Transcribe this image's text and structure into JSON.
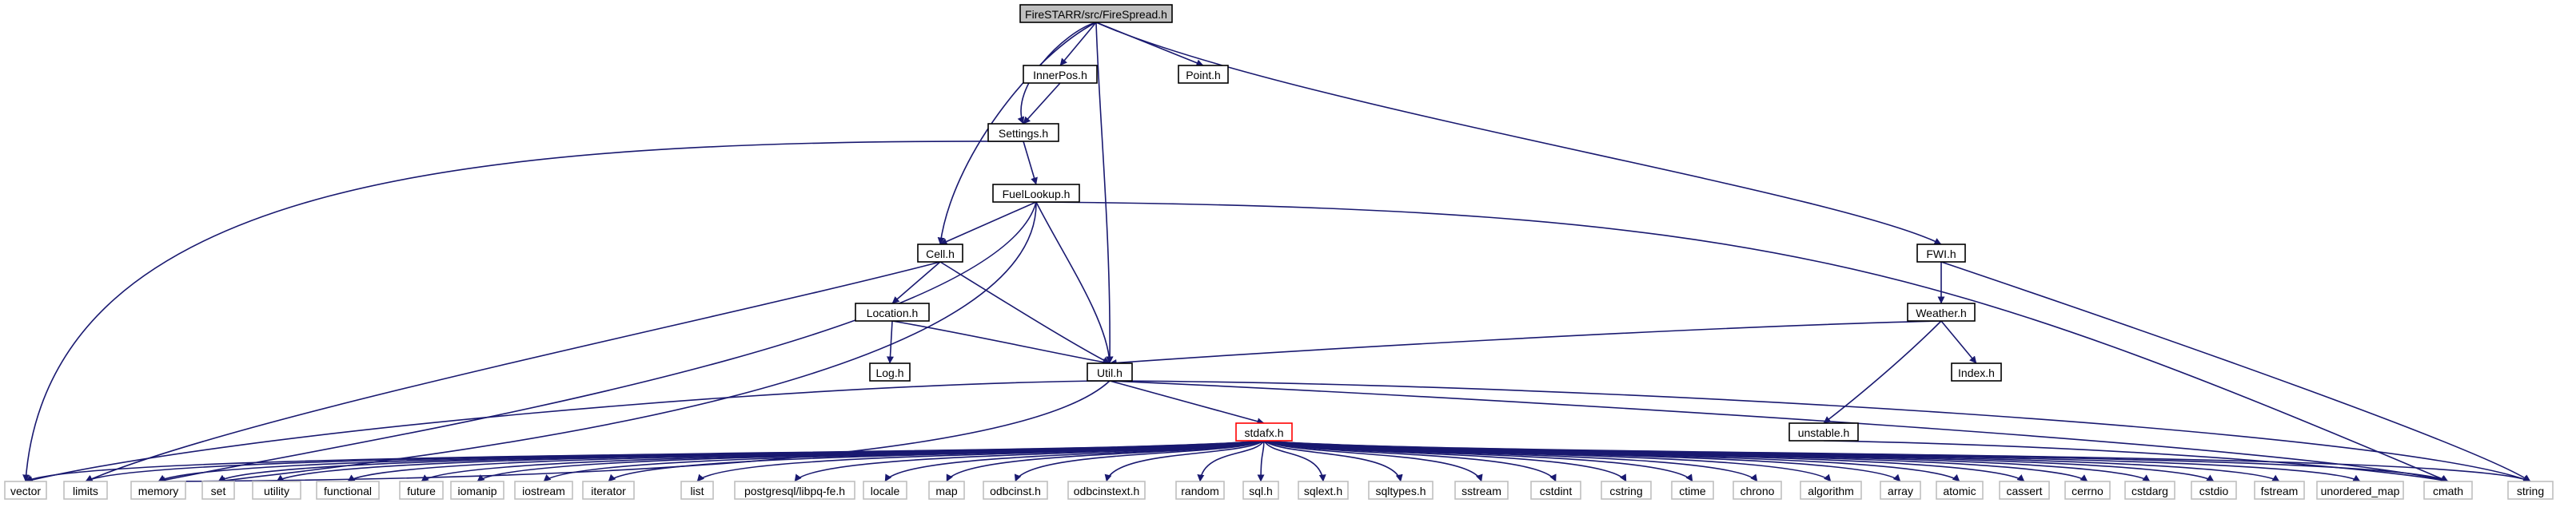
{
  "graph": {
    "nodes": {
      "root": "FireSTARR/src/FireSpread.h",
      "innerpos": "InnerPos.h",
      "point": "Point.h",
      "settings": "Settings.h",
      "fuellookup": "FuelLookup.h",
      "cell": "Cell.h",
      "location": "Location.h",
      "log": "Log.h",
      "util": "Util.h",
      "fwi": "FWI.h",
      "weather": "Weather.h",
      "index": "Index.h",
      "unstable": "unstable.h",
      "stdafx": "stdafx.h",
      "vector": "vector",
      "limits": "limits",
      "memory": "memory",
      "set": "set",
      "utility": "utility",
      "functional": "functional",
      "future": "future",
      "iomanip": "iomanip",
      "iostream": "iostream",
      "iterator": "iterator",
      "list": "list",
      "libpq": "postgresql/libpq-fe.h",
      "locale": "locale",
      "map": "map",
      "odbcinst": "odbcinst.h",
      "odbcinstext": "odbcinstext.h",
      "random": "random",
      "sql": "sql.h",
      "sqlext": "sqlext.h",
      "sqltypes": "sqltypes.h",
      "sstream": "sstream",
      "cstdint": "cstdint",
      "cstring": "cstring",
      "ctime": "ctime",
      "chrono": "chrono",
      "algorithm": "algorithm",
      "array": "array",
      "atomic": "atomic",
      "cassert": "cassert",
      "cerrno": "cerrno",
      "cstdarg": "cstdarg",
      "cstdio": "cstdio",
      "fstream": "fstream",
      "unordered_map": "unordered_map",
      "cmath": "cmath",
      "string": "string"
    },
    "colors": {
      "edge": "#191970",
      "root_fill": "#bfbfbf",
      "node_border": "#000000",
      "system_border": "#bfbfbf",
      "stdafx_border": "#ff0000"
    }
  }
}
